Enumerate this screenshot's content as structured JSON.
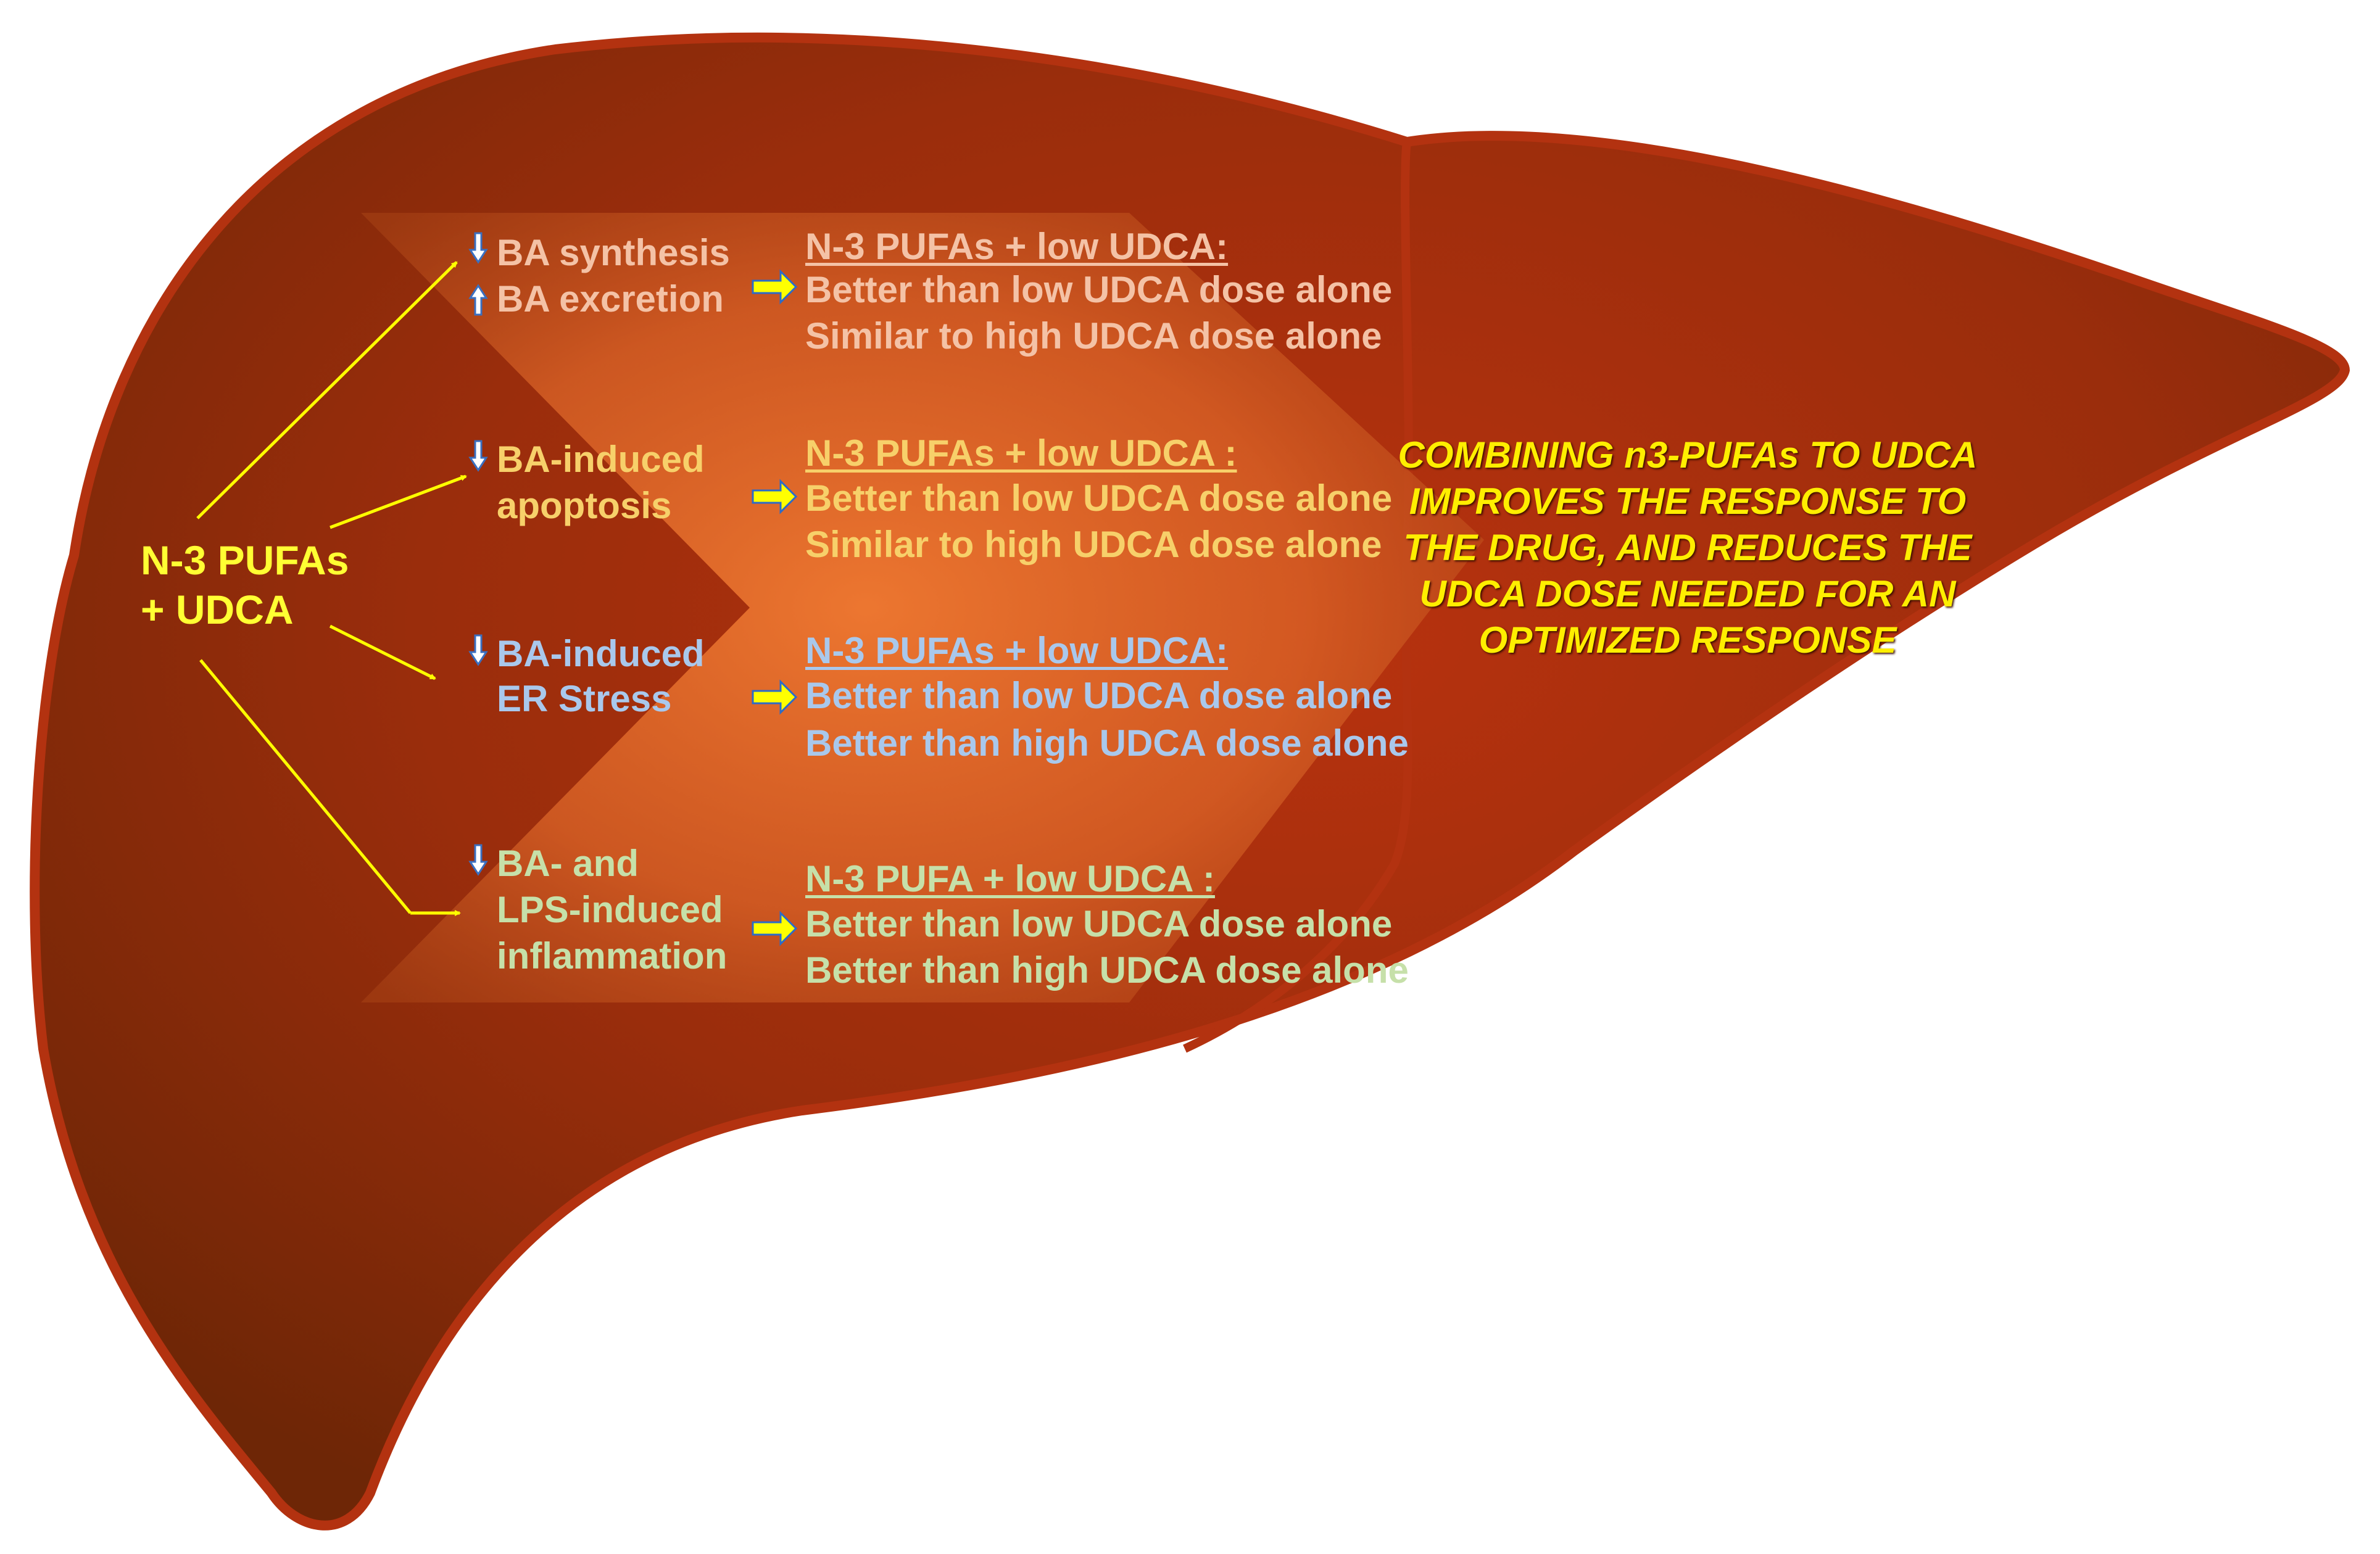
{
  "source": {
    "line1": "N-3 PUFAs",
    "line2": "+ UDCA"
  },
  "effects": [
    {
      "lines": [
        {
          "arrow": "down",
          "text": "BA synthesis"
        },
        {
          "arrow": "up",
          "text": "BA excretion"
        }
      ],
      "result_header": "N-3 PUFAs + low UDCA:",
      "result_line1": "Better than low UDCA dose alone",
      "result_line2": "Similar to high UDCA dose alone",
      "color": "#f4c2a6"
    },
    {
      "lines": [
        {
          "arrow": "down",
          "text": "BA-induced"
        },
        {
          "arrow": "",
          "text": "apoptosis"
        }
      ],
      "result_header": "N-3 PUFAs + low UDCA :",
      "result_line1": "Better than low UDCA dose alone",
      "result_line2": "Similar to high UDCA dose alone",
      "color": "#f7d06a"
    },
    {
      "lines": [
        {
          "arrow": "down",
          "text": "BA-induced"
        },
        {
          "arrow": "",
          "text": "ER Stress"
        }
      ],
      "result_header": "N-3 PUFAs + low UDCA:",
      "result_line1": "Better than low UDCA dose alone",
      "result_line2": "Better than high UDCA dose alone",
      "color": "#a9c8ec"
    },
    {
      "lines": [
        {
          "arrow": "down",
          "text": "BA- and"
        },
        {
          "arrow": "",
          "text": "LPS-induced"
        },
        {
          "arrow": "",
          "text": "inflammation"
        }
      ],
      "result_header": "N-3 PUFA + low UDCA :",
      "result_line1": "Better than low UDCA dose alone",
      "result_line2": "Better than high UDCA dose alone",
      "color": "#c6e0a9"
    }
  ],
  "conclusion": "COMBINING n3-PUFAs TO UDCA IMPROVES THE RESPONSE TO THE DRUG, AND REDUCES THE UDCA DOSE NEEDED FOR AN OPTIMIZED RESPONSE",
  "colors": {
    "liver_fill": "#8b2a0a",
    "liver_outline": "#b33210",
    "chevron": "#e8742a",
    "source_text": "#ffff33",
    "conclusion_text": "#ffee00",
    "link_arrow": "#ffff00",
    "result_arrow": "#ffff00"
  }
}
